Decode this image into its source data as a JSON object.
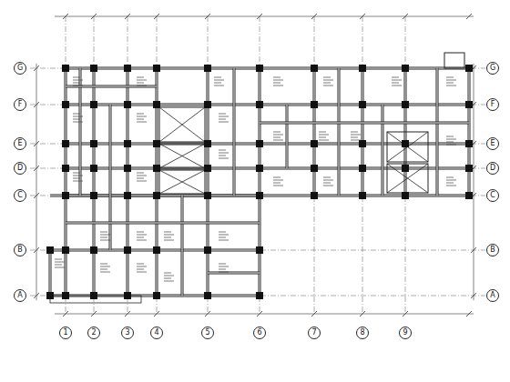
{
  "diagram": {
    "nodes": [
      {
        "text": [
          "G"
        ]
      },
      {
        "text": [
          "F"
        ]
      },
      {
        "text": [
          "E"
        ]
      },
      {
        "text": [
          "D"
        ]
      },
      {
        "text": [
          "C"
        ]
      },
      {
        "text": [
          "B"
        ]
      },
      {
        "text": [
          "A"
        ]
      },
      {
        "text": [
          "G"
        ]
      },
      {
        "text": [
          "F"
        ]
      },
      {
        "text": [
          "E"
        ]
      },
      {
        "text": [
          "D"
        ]
      },
      {
        "text": [
          "C"
        ]
      },
      {
        "text": [
          "B"
        ]
      },
      {
        "text": [
          "A"
        ]
      },
      {
        "text": [
          "1"
        ]
      },
      {
        "text": [
          "2"
        ]
      },
      {
        "text": [
          "3"
        ]
      },
      {
        "text": [
          "4"
        ]
      },
      {
        "text": [
          "5"
        ]
      },
      {
        "text": [
          "6"
        ]
      },
      {
        "text": [
          "7"
        ]
      },
      {
        "text": [
          "8"
        ]
      },
      {
        "text": [
          "9"
        ]
      }
    ],
    "edges": []
  }
}
